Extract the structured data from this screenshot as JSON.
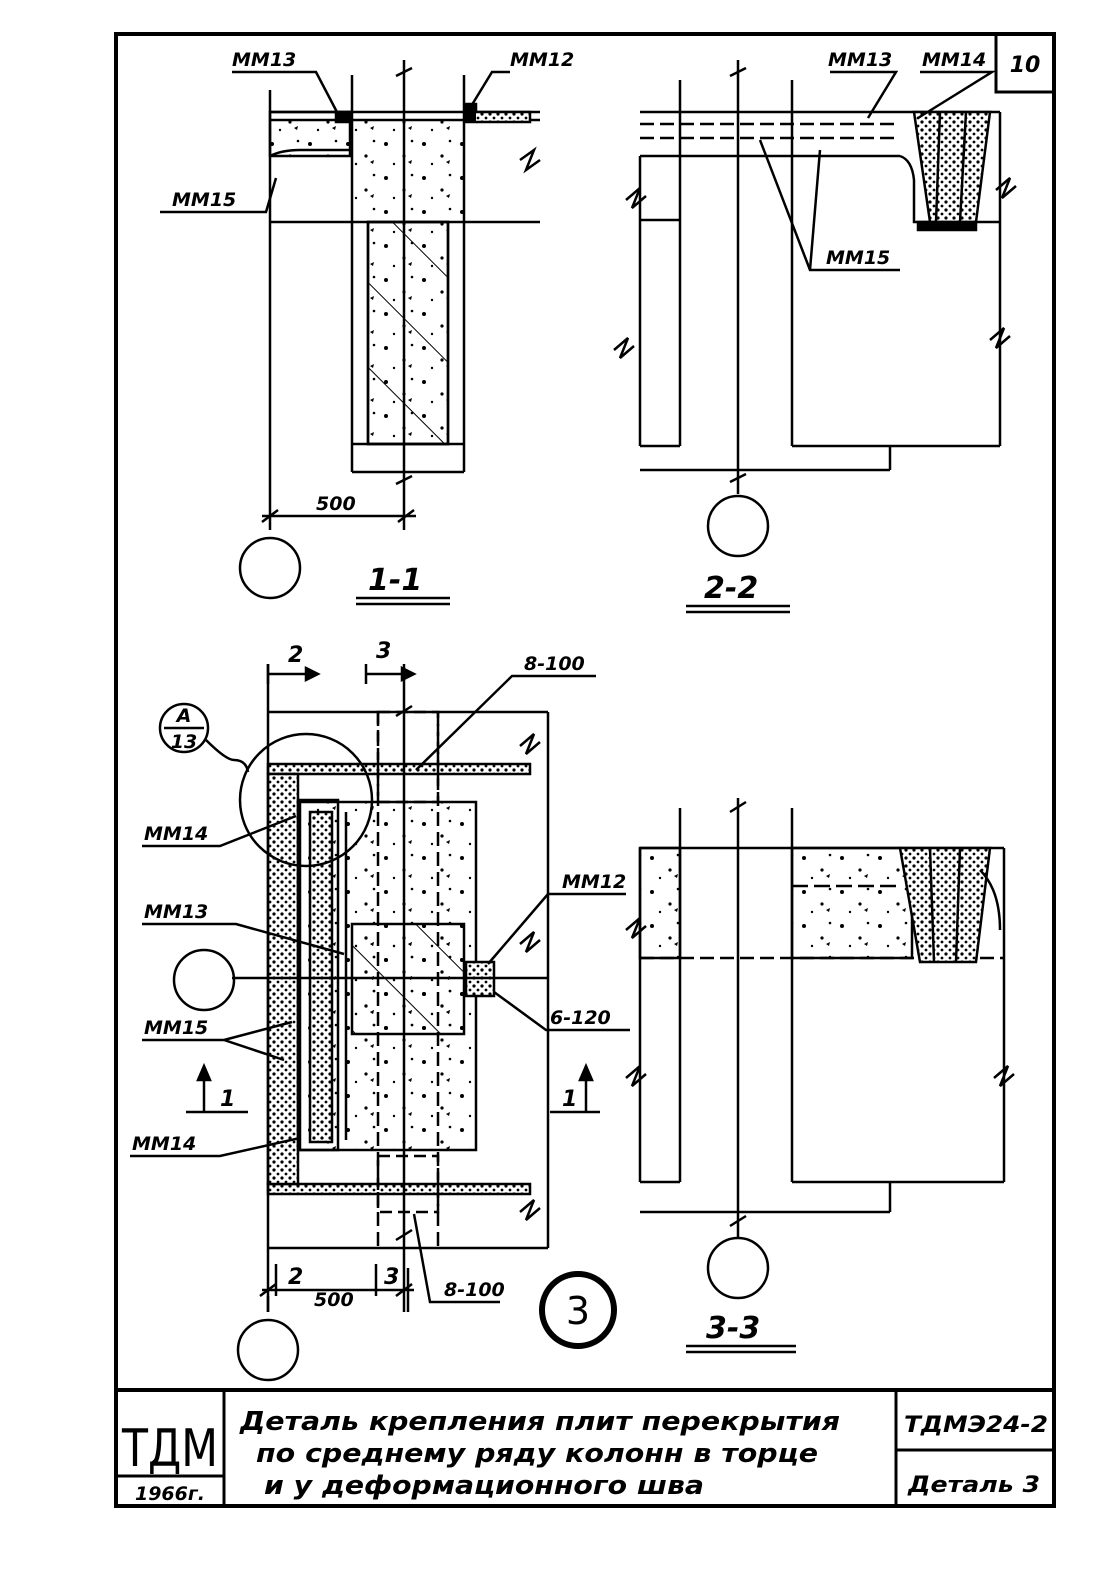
{
  "sheet": {
    "page_number": "10"
  },
  "sections": {
    "s1": {
      "title": "1-1",
      "dimension": "500",
      "labels": {
        "mm13": "ММ13",
        "mm12": "ММ12",
        "mm15": "ММ15"
      }
    },
    "s2": {
      "title": "2-2",
      "labels": {
        "mm13": "ММ13",
        "mm14": "ММ14",
        "mm15": "ММ15"
      }
    },
    "s3": {
      "title": "3-3"
    },
    "plan": {
      "cut_2": "2",
      "cut_3": "3",
      "cut_1": "1",
      "callout_top": "А",
      "callout_bottom": "13",
      "rebar_top": "8-100",
      "rebar_bottom": "8-100",
      "rebar_side": "6-120",
      "labels": {
        "mm14_top": "ММ14",
        "mm13": "ММ13",
        "mm15": "ММ15",
        "mm14_bottom": "ММ14",
        "mm12": "ММ12"
      },
      "dimension": "500",
      "detail_number": "3"
    }
  },
  "title_block": {
    "logo": "ТДМ",
    "year": "1966г.",
    "description_line1": "Деталь крепления плит перекрытия",
    "description_line2": "по среднему ряду колонн в торце",
    "description_line3": "и у деформационного шва",
    "document_code": "ТДМЭ24-2",
    "detail_label": "Деталь 3"
  }
}
